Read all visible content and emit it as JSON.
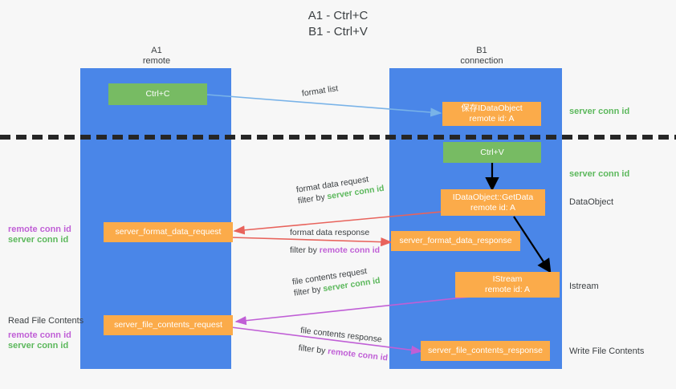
{
  "title": "A1 - Ctrl+C\nB1 - Ctrl+V",
  "colors": {
    "lane": "#4a86e8",
    "green_node": "#77bb63",
    "orange_node": "#fbab4a",
    "server_conn": "#5cb85c",
    "remote_conn": "#c05fd6",
    "arrow_blue": "#79b3e8",
    "arrow_red": "#e8635c",
    "arrow_purple": "#c05fd6",
    "arrow_black": "#000000",
    "divider": "#262626",
    "background": "#f7f7f7"
  },
  "columns": {
    "a1": {
      "name": "A1",
      "sub": "remote"
    },
    "b1": {
      "name": "B1",
      "sub": "connection"
    }
  },
  "nodes": {
    "ctrl_c": {
      "label": "Ctrl+C"
    },
    "ctrl_v": {
      "label": "Ctrl+V"
    },
    "save_idataobject": {
      "line1": "保存IDataObject",
      "line2": "remote id: A"
    },
    "idataobject_getdata": {
      "line1": "IDataObject::GetData",
      "line2": "remote id: A"
    },
    "istream": {
      "line1": "IStream",
      "line2": "remote id: A"
    },
    "server_format_data_request": {
      "label": "server_format_data_request"
    },
    "server_format_data_response": {
      "label": "server_format_data_response"
    },
    "server_file_contents_request": {
      "label": "server_file_contents_request"
    },
    "server_file_contents_response": {
      "label": "server_file_contents_response"
    }
  },
  "annotations": {
    "server_conn_top": "server conn id",
    "server_conn_mid": "server conn id",
    "dataobject": "DataObject",
    "istream": "Istream",
    "write_file_contents": "Write File Contents",
    "read_file_contents": "Read File Contents",
    "left_remote_conn_1": "remote conn id",
    "left_server_conn_1": "server conn id",
    "left_remote_conn_2": "remote conn id",
    "left_server_conn_2": "server conn id"
  },
  "edges": {
    "format_list": {
      "label": "format list"
    },
    "format_data_request": {
      "line1": "format data request",
      "filter_prefix": "filter by ",
      "filter_key": "server conn id"
    },
    "format_data_response": {
      "line1": "format data response",
      "filter_prefix": "filter by ",
      "filter_key": "remote conn id"
    },
    "file_contents_request": {
      "line1": "file contents request",
      "filter_prefix": "filter by ",
      "filter_key": "server conn id"
    },
    "file_contents_response": {
      "line1": "file contents response",
      "filter_prefix": "filter by ",
      "filter_key": "remote conn id"
    }
  }
}
